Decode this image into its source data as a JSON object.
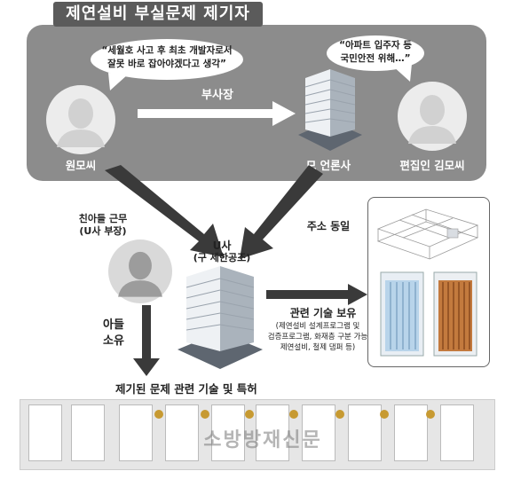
{
  "title": "제연설비 부실문제 제기자",
  "left_person": {
    "name": "원모씨",
    "quote_line1": "“세월호 사고 후 최초 개발자로서",
    "quote_line2": "잘못 바로 잡아야겠다고 생각”"
  },
  "arrow_label": "부사장",
  "press": {
    "name": "모 언론사"
  },
  "editor": {
    "name": "편집인 김모씨",
    "quote_line1": "“아파트 입주자 등",
    "quote_line2": "국민안전 위해…”"
  },
  "son": {
    "label_line1": "친아들 근무",
    "label_line2": "(U사 부장)"
  },
  "company": {
    "name": "U사",
    "former": "(구 세한공조)"
  },
  "same_address": "주소 동일",
  "owns_label_line1": "아들",
  "owns_label_line2": "소유",
  "tech": {
    "heading": "관련 기술 보유",
    "line1": "(제연설비 설계프로그램 및",
    "line2": "검증프로그램, 화재층 구분 가능",
    "line3": "제연설비, 철제 댐퍼 등)"
  },
  "patents_caption": "제기된 문제 관련 기술 및 특허",
  "watermark": "소방방재신문",
  "colors": {
    "panel": "#8c8c8c",
    "title_bg": "#5b5b5b",
    "arrow_dark": "#3a3a3a",
    "arrow_white": "#ffffff",
    "medal": "#c79a32"
  }
}
